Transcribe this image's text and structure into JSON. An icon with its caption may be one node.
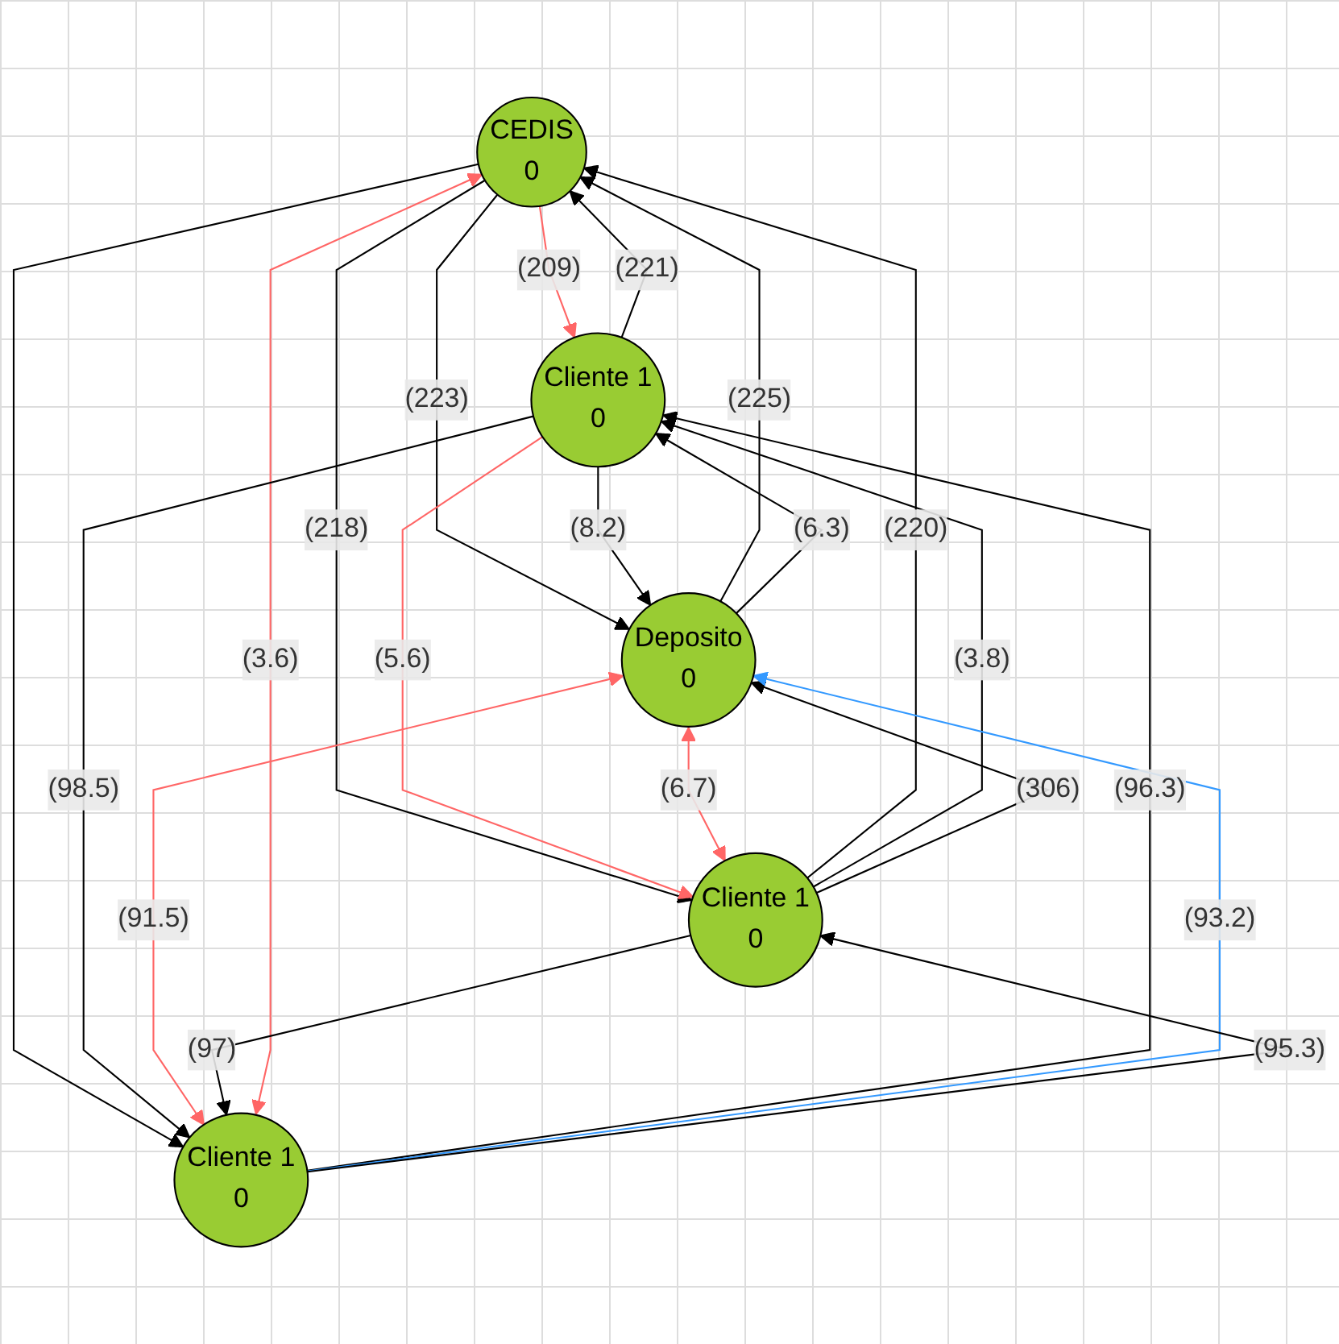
{
  "diagram": {
    "nodes": [
      {
        "text": [
          "CEDIS",
          "0"
        ]
      },
      {
        "text": [
          "Cliente 1",
          "0"
        ]
      },
      {
        "text": [
          "Deposito",
          "0"
        ]
      },
      {
        "text": [
          "Cliente 1",
          "0"
        ]
      },
      {
        "text": [
          "Cliente 1",
          "0"
        ]
      }
    ],
    "edges": [
      {
        "from": 0,
        "to": 1,
        "arrow": "to",
        "label": "(209)",
        "color": "#ff6666"
      },
      {
        "from": 1,
        "to": 0,
        "arrow": "to",
        "label": "(221)"
      },
      {
        "from": 0,
        "to": 2,
        "arrow": "to",
        "label": "(223)"
      },
      {
        "from": 2,
        "to": 0,
        "arrow": "to",
        "label": "(225)"
      },
      {
        "from": 0,
        "to": 3,
        "arrow": "to",
        "label": "(218)"
      },
      {
        "from": 3,
        "to": 0,
        "arrow": "to",
        "label": "(220)"
      },
      {
        "from": 4,
        "to": 0,
        "arrow": "both",
        "label": "(3.6)",
        "color": "#ff6666"
      },
      {
        "from": 0,
        "to": 4,
        "arrow": "to"
      },
      {
        "from": 2,
        "to": 1,
        "arrow": "to",
        "label": "(6.3)"
      },
      {
        "from": 1,
        "to": 2,
        "arrow": "to",
        "label": "(8.2)"
      },
      {
        "from": 1,
        "to": 3,
        "arrow": "to",
        "label": "(5.6)",
        "color": "#ff6666"
      },
      {
        "from": 3,
        "to": 1,
        "arrow": "to",
        "label": "(3.8)"
      },
      {
        "from": 4,
        "to": 1,
        "arrow": "to",
        "label": "(96.3)"
      },
      {
        "from": 1,
        "to": 4,
        "arrow": "to",
        "label": "(98.5)"
      },
      {
        "from": 3,
        "to": 2,
        "arrow": "to",
        "label": "(306)"
      },
      {
        "from": 2,
        "to": 3,
        "arrow": "both",
        "label": "(6.7)",
        "color": "#ff6666"
      },
      {
        "from": 2,
        "to": 4,
        "arrow": "both",
        "label": "(91.5)",
        "color": "#ff6666"
      },
      {
        "from": 4,
        "to": 2,
        "arrow": "to",
        "label": "(93.2)",
        "color": "#3399ff"
      },
      {
        "from": 4,
        "to": 3,
        "arrow": "to",
        "label": "(95.3)"
      },
      {
        "from": 3,
        "to": 4,
        "arrow": "to",
        "label": "(97)"
      }
    ]
  }
}
